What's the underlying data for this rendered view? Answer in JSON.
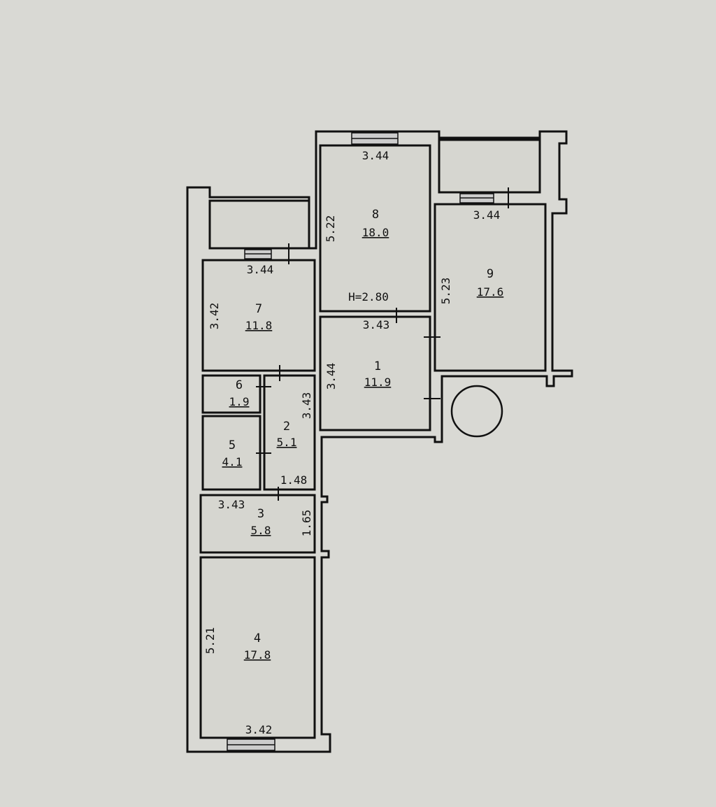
{
  "plan": {
    "ceiling_height": "H=2.80",
    "rooms": {
      "r1": {
        "number": "1",
        "area": "11.9",
        "dims": [
          "3.43",
          "3.44"
        ]
      },
      "r2": {
        "number": "2",
        "area": "5.1",
        "dims": [
          "3.43",
          "1.48"
        ]
      },
      "r3": {
        "number": "3",
        "area": "5.8",
        "dims": [
          "3.43",
          "1.65"
        ]
      },
      "r4": {
        "number": "4",
        "area": "17.8",
        "dims": [
          "5.21",
          "3.42"
        ]
      },
      "r5": {
        "number": "5",
        "area": "4.1"
      },
      "r6": {
        "number": "6",
        "area": "1.9"
      },
      "r7": {
        "number": "7",
        "area": "11.8",
        "dims": [
          "3.44",
          "3.42"
        ]
      },
      "r8": {
        "number": "8",
        "area": "18.0",
        "dims": [
          "3.44",
          "5.22"
        ]
      },
      "r9": {
        "number": "9",
        "area": "17.6",
        "dims": [
          "3.44",
          "5.23"
        ]
      }
    }
  }
}
